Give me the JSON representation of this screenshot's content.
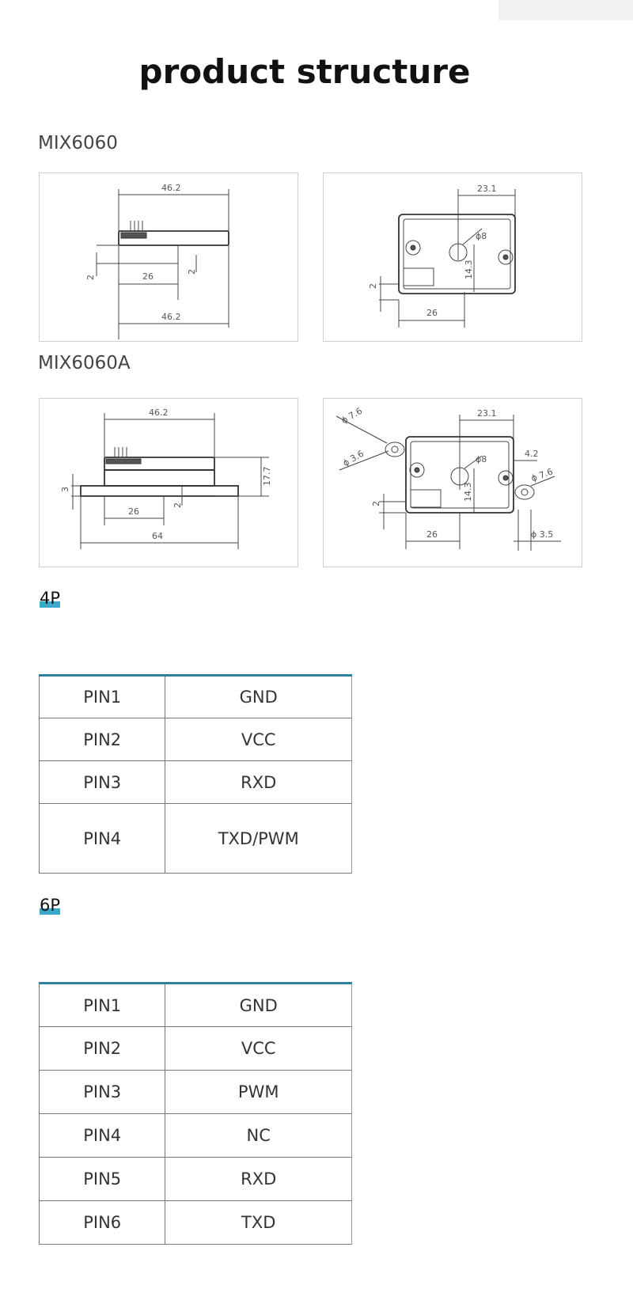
{
  "title": "product structure",
  "models": [
    {
      "name": "MIX6060",
      "side": {
        "top_dim": "46.2",
        "bottom_dim": "46.2",
        "mid_dim": "26",
        "h1": "2",
        "h2": "2"
      },
      "front": {
        "top_dim": "23.1",
        "hole": "ϕ8",
        "v_dim": "14.3",
        "h_dim": "26",
        "h1": "2"
      }
    },
    {
      "name": "MIX6060A",
      "side": {
        "top_dim": "46.2",
        "bottom_dim": "64",
        "mid_dim": "26",
        "h1": "3",
        "h2": "2",
        "v_dim": "17.7"
      },
      "front": {
        "top_dim": "23.1",
        "hole": "ϕ8",
        "v_dim": "14.3",
        "h_dim": "26",
        "h1": "2",
        "ear1": "ϕ 7.6",
        "ear2": "ϕ 3.6",
        "r1": "4.2",
        "r2": "ϕ 7.6",
        "r3": "ϕ 3.5"
      }
    }
  ],
  "pins_4p": {
    "label": "4P",
    "rows": [
      {
        "pin": "PIN1",
        "signal": "GND"
      },
      {
        "pin": "PIN2",
        "signal": "VCC"
      },
      {
        "pin": "PIN3",
        "signal": "RXD"
      },
      {
        "pin": "PIN4",
        "signal": "TXD/PWM"
      }
    ]
  },
  "pins_6p": {
    "label": "6P",
    "rows": [
      {
        "pin": "PIN1",
        "signal": "GND"
      },
      {
        "pin": "PIN2",
        "signal": "VCC"
      },
      {
        "pin": "PIN3",
        "signal": "PWM"
      },
      {
        "pin": "PIN4",
        "signal": "NC"
      },
      {
        "pin": "PIN5",
        "signal": "RXD"
      },
      {
        "pin": "PIN6",
        "signal": "TXD"
      }
    ]
  }
}
